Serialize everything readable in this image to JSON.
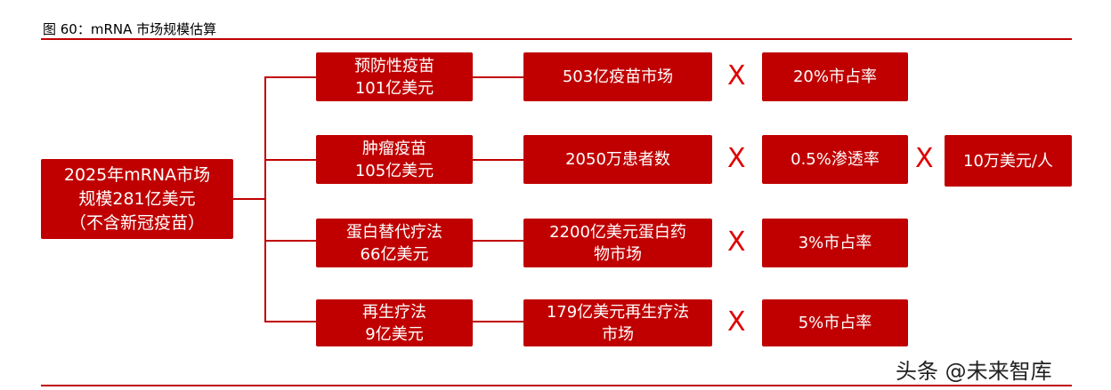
{
  "header": {
    "title": "图 60：mRNA 市场规模估算"
  },
  "root": {
    "line1": "2025年mRNA市场",
    "line2": "规模281亿美元",
    "line3": "（不含新冠疫苗）"
  },
  "branches": [
    {
      "l1": "预防性疫苗",
      "l2": "101亿美元",
      "m1": "503亿疫苗市场",
      "m2": "",
      "r": "20%市占率"
    },
    {
      "l1": "肿瘤疫苗",
      "l2": "105亿美元",
      "m1": "2050万患者数",
      "m2": "",
      "r": "0.5%渗透率",
      "extra": "10万美元/人"
    },
    {
      "l1": "蛋白替代疗法",
      "l2": "66亿美元",
      "m1": "2200亿美元蛋白药",
      "m2": "物市场",
      "r": "3%市占率"
    },
    {
      "l1": "再生疗法",
      "l2": "9亿美元",
      "m1": "179亿美元再生疗法",
      "m2": "市场",
      "r": "5%市占率"
    }
  ],
  "operator": "X",
  "watermark": "头条 @未来智库"
}
